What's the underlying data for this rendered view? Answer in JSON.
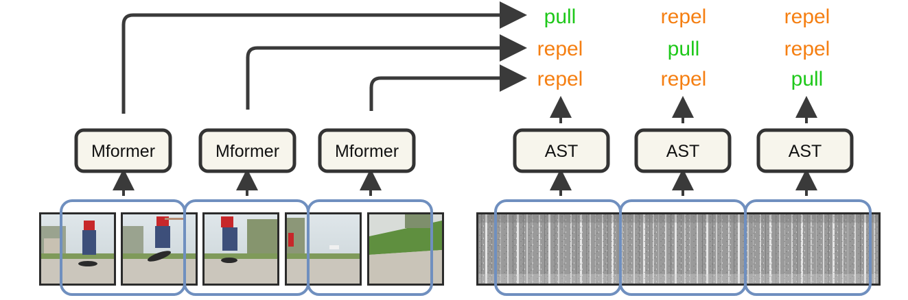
{
  "video_encoders": [
    {
      "label": "Mformer"
    },
    {
      "label": "Mformer"
    },
    {
      "label": "Mformer"
    }
  ],
  "audio_encoders": [
    {
      "label": "AST"
    },
    {
      "label": "AST"
    },
    {
      "label": "AST"
    }
  ],
  "video_outputs": [
    {
      "label": "pull",
      "type": "pull"
    },
    {
      "label": "repel",
      "type": "repel"
    },
    {
      "label": "repel",
      "type": "repel"
    }
  ],
  "audio_outputs": [
    [
      {
        "label": "repel",
        "type": "repel"
      },
      {
        "label": "pull",
        "type": "pull"
      },
      {
        "label": "repel",
        "type": "repel"
      }
    ],
    [
      {
        "label": "repel",
        "type": "repel"
      },
      {
        "label": "repel",
        "type": "repel"
      },
      {
        "label": "pull",
        "type": "pull"
      }
    ]
  ],
  "colors": {
    "pull": "#1ec81a",
    "repel": "#f57f12",
    "window_outline": "#6f8fbf",
    "encoder_border": "#333333",
    "encoder_fill": "#f7f5ec",
    "arrow": "#3a3a3a"
  }
}
